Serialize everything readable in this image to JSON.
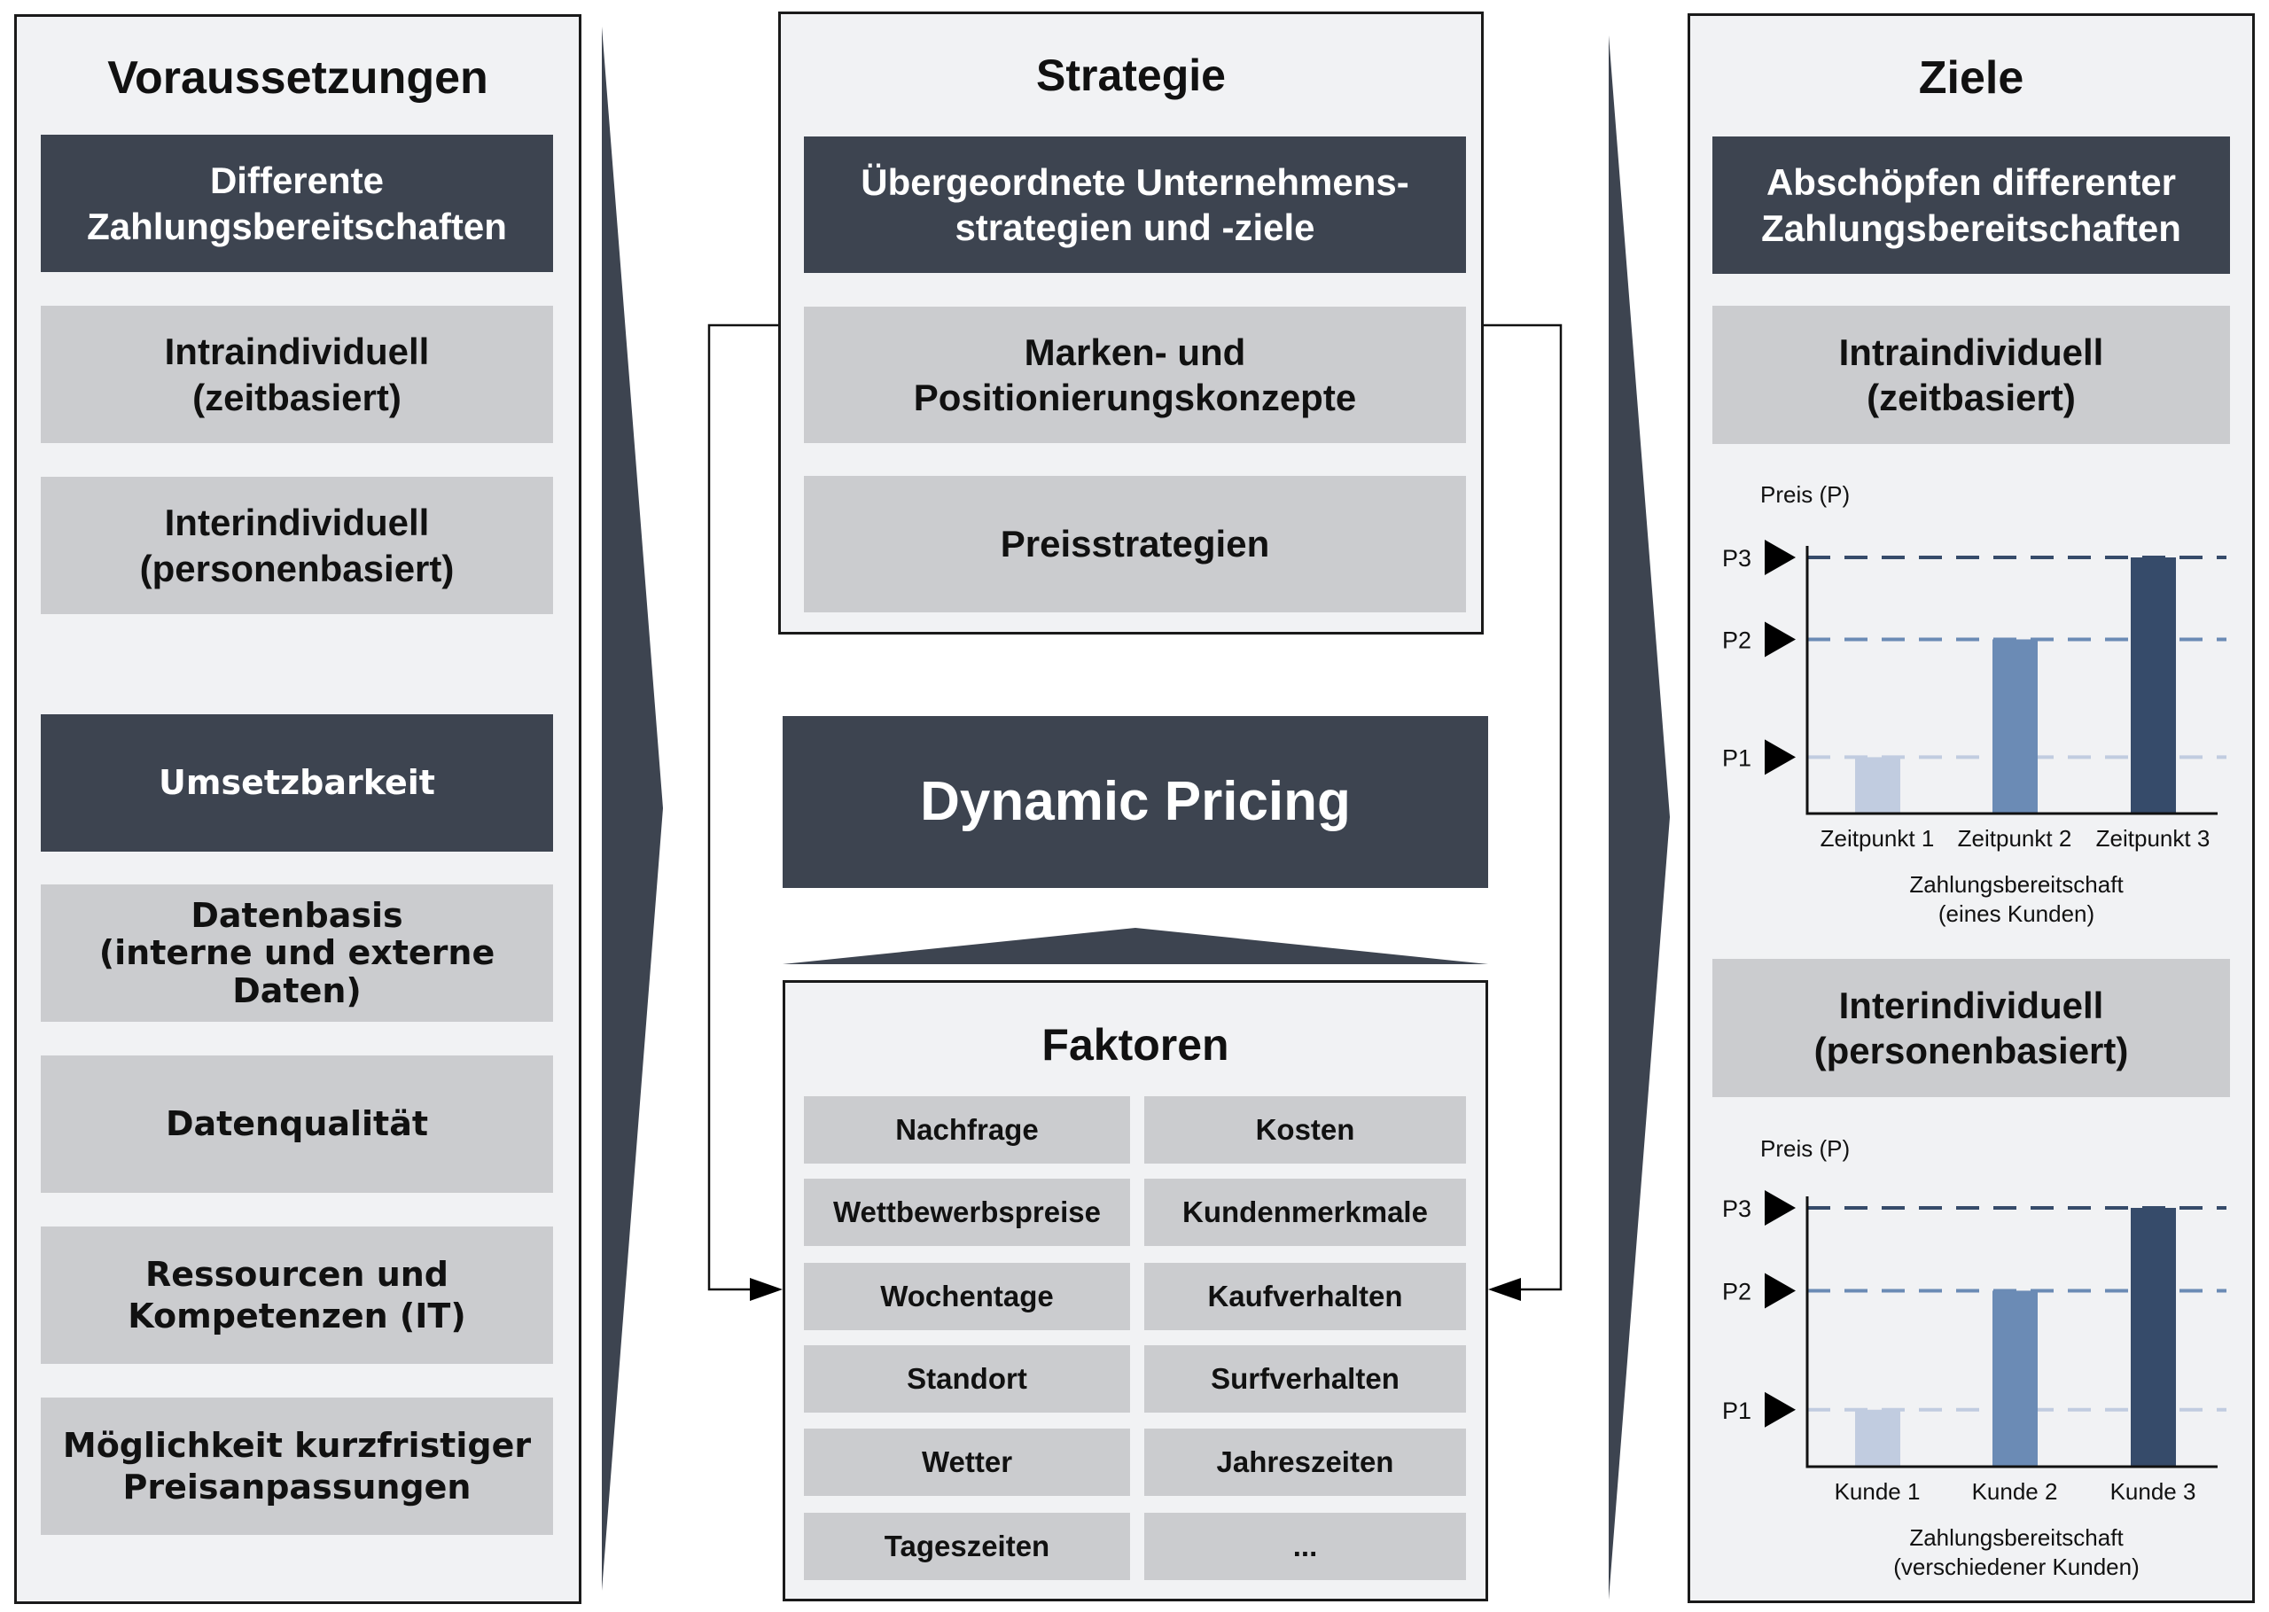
{
  "colors": {
    "dark": "#3d4450",
    "grey": "#cbcccf",
    "panel_bg": "#f1f2f4",
    "bar_light": "#c1cce0",
    "bar_mid": "#6b8bb5",
    "bar_dark": "#364b6a"
  },
  "left": {
    "title": "Voraussetzungen",
    "header1": "Differente\nZahlungsbereitschaften",
    "item1": "Intraindividuell\n(zeitbasiert)",
    "item2": "Interindividuell\n(personenbasiert)",
    "header2": "Umsetzbarkeit",
    "item3": "Datenbasis\n(interne und externe\nDaten)",
    "item4": "Datenqualität",
    "item5": "Ressourcen und\nKompetenzen (IT)",
    "item6": "Möglichkeit kurzfristiger\nPreisanpassungen"
  },
  "middle": {
    "strategy_title": "Strategie",
    "strategy_header": "Übergeordnete Unternehmens-\nstrategien und -ziele",
    "strategy_item1": "Marken- und\nPositionierungskonzepte",
    "strategy_item2": "Preisstrategien",
    "core": "Dynamic Pricing",
    "factors_title": "Faktoren",
    "factors": [
      "Nachfrage",
      "Kosten",
      "Wettbewerbspreise",
      "Kundenmerkmale",
      "Wochentage",
      "Kaufverhalten",
      "Standort",
      "Surfverhalten",
      "Wetter",
      "Jahreszeiten",
      "Tageszeiten",
      "..."
    ]
  },
  "right": {
    "title": "Ziele",
    "header": "Abschöpfen differenter\nZahlungsbereitschaften",
    "item1": "Intraindividuell\n(zeitbasiert)",
    "item2": "Interindividuell\n(personenbasiert)"
  },
  "chart_data": [
    {
      "type": "bar",
      "title": "",
      "ylabel": "Preis (P)",
      "xlabel": "Zahlungsbereitschaft\n(eines Kunden)",
      "xlabel_line1": "Zahlungsbereitschaft",
      "xlabel_line2": "(eines Kunden)",
      "categories": [
        "Zeitpunkt 1",
        "Zeitpunkt 2",
        "Zeitpunkt 3"
      ],
      "levels": [
        "P1",
        "P2",
        "P3"
      ],
      "level_values": [
        0.22,
        0.68,
        1.0
      ],
      "values": [
        0.22,
        0.68,
        1.0
      ],
      "value_labels": [
        "P1",
        "P2",
        "P3"
      ],
      "ylim": [
        0,
        1.05
      ],
      "grid": false
    },
    {
      "type": "bar",
      "title": "",
      "ylabel": "Preis (P)",
      "xlabel": "Zahlungsbereitschaft\n(verschiedener Kunden)",
      "xlabel_line1": "Zahlungsbereitschaft",
      "xlabel_line2": "(verschiedener Kunden)",
      "categories": [
        "Kunde 1",
        "Kunde 2",
        "Kunde 3"
      ],
      "levels": [
        "P1",
        "P2",
        "P3"
      ],
      "level_values": [
        0.22,
        0.68,
        1.0
      ],
      "values": [
        0.22,
        0.68,
        1.0
      ],
      "value_labels": [
        "P1",
        "P2",
        "P3"
      ],
      "ylim": [
        0,
        1.05
      ],
      "grid": false
    }
  ]
}
